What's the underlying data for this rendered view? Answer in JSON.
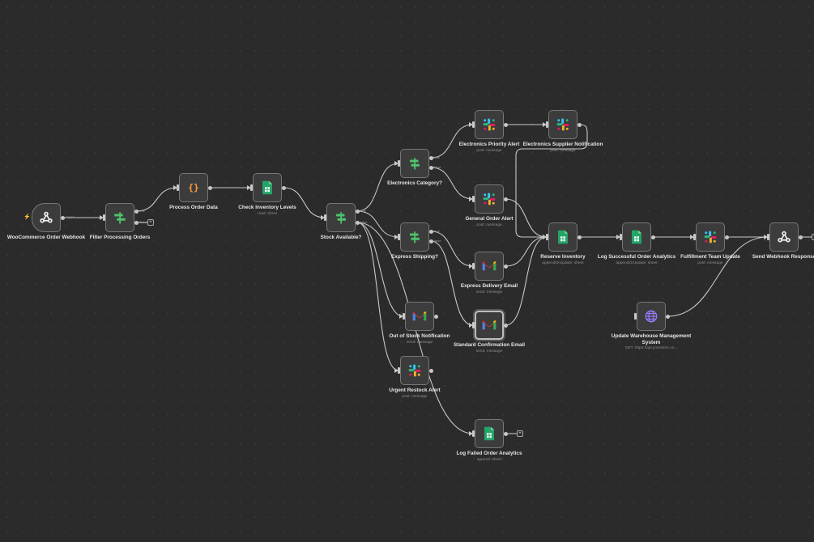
{
  "colors": {
    "canvas_bg": "#2b2b2b",
    "node_bg": "#3c3c3c",
    "edge": "#c8c8c8",
    "trigger_bolt": "#ff6a3d"
  },
  "nodes": [
    {
      "id": "woo",
      "title": "WooCommerce Order Webhook",
      "subtitle": "",
      "icon": "webhook-icon",
      "trigger": true,
      "selected": false
    },
    {
      "id": "filter",
      "title": "Filter Processing Orders",
      "subtitle": "",
      "icon": "filter-icon",
      "trigger": false,
      "selected": false
    },
    {
      "id": "process",
      "title": "Process Order Data",
      "subtitle": "",
      "icon": "code-icon",
      "trigger": false,
      "selected": false
    },
    {
      "id": "checkinv",
      "title": "Check Inventory Levels",
      "subtitle": "read: sheet",
      "icon": "google-sheets-icon",
      "trigger": false,
      "selected": false
    },
    {
      "id": "stock",
      "title": "Stock Available?",
      "subtitle": "",
      "icon": "if-icon",
      "trigger": false,
      "selected": false
    },
    {
      "id": "electronics",
      "title": "Electronics Category?",
      "subtitle": "",
      "icon": "if-icon",
      "trigger": false,
      "selected": false
    },
    {
      "id": "express",
      "title": "Express Shipping?",
      "subtitle": "",
      "icon": "if-icon",
      "trigger": false,
      "selected": false
    },
    {
      "id": "outofstock",
      "title": "Out of Stock Notification",
      "subtitle": "send: message",
      "icon": "gmail-icon",
      "trigger": false,
      "selected": false
    },
    {
      "id": "restock",
      "title": "Urgent Restock Alert",
      "subtitle": "post: message",
      "icon": "slack-icon",
      "trigger": false,
      "selected": false
    },
    {
      "id": "elecalert",
      "title": "Electronics Priority Alert",
      "subtitle": "post: message",
      "icon": "slack-icon",
      "trigger": false,
      "selected": false
    },
    {
      "id": "generalalert",
      "title": "General Order Alert",
      "subtitle": "post: message",
      "icon": "slack-icon",
      "trigger": false,
      "selected": false
    },
    {
      "id": "expressemail",
      "title": "Express Delivery Email",
      "subtitle": "send: message",
      "icon": "gmail-icon",
      "trigger": false,
      "selected": false
    },
    {
      "id": "standardemail",
      "title": "Standard Confirmation Email",
      "subtitle": "send: message",
      "icon": "gmail-icon",
      "trigger": false,
      "selected": true
    },
    {
      "id": "logfailed",
      "title": "Log Failed Order Analytics",
      "subtitle": "append: sheet",
      "icon": "google-sheets-icon",
      "trigger": false,
      "selected": false
    },
    {
      "id": "supplier",
      "title": "Electronics Supplier Notification",
      "subtitle": "post: message",
      "icon": "slack-icon",
      "trigger": false,
      "selected": false
    },
    {
      "id": "reserve",
      "title": "Reserve Inventory",
      "subtitle": "appendOrUpdate: sheet",
      "icon": "google-sheets-icon",
      "trigger": false,
      "selected": false
    },
    {
      "id": "logsuccess",
      "title": "Log Successful Order Analytics",
      "subtitle": "appendOrUpdate: sheet",
      "icon": "google-sheets-icon",
      "trigger": false,
      "selected": false
    },
    {
      "id": "fulfill",
      "title": "Fulfillment Team Update",
      "subtitle": "post: message",
      "icon": "slack-icon",
      "trigger": false,
      "selected": false
    },
    {
      "id": "respond",
      "title": "Send Webhook Response",
      "subtitle": "",
      "icon": "webhook-icon",
      "trigger": false,
      "selected": false
    },
    {
      "id": "warehouse",
      "title": "Update Warehouse Management System",
      "subtitle": "GET: https://api.yourstore.co...",
      "icon": "globe-icon",
      "trigger": false,
      "selected": false
    }
  ],
  "port_labels": {
    "woo_out": "POST",
    "filter_true": "true",
    "filter_false": "false",
    "stock_true": "true",
    "stock_false": "false",
    "elec_true": "true",
    "elec_false": "false",
    "express_true": "true",
    "express_false": "false"
  },
  "plus_symbol": "+",
  "trigger_bolt_glyph": "⚡"
}
